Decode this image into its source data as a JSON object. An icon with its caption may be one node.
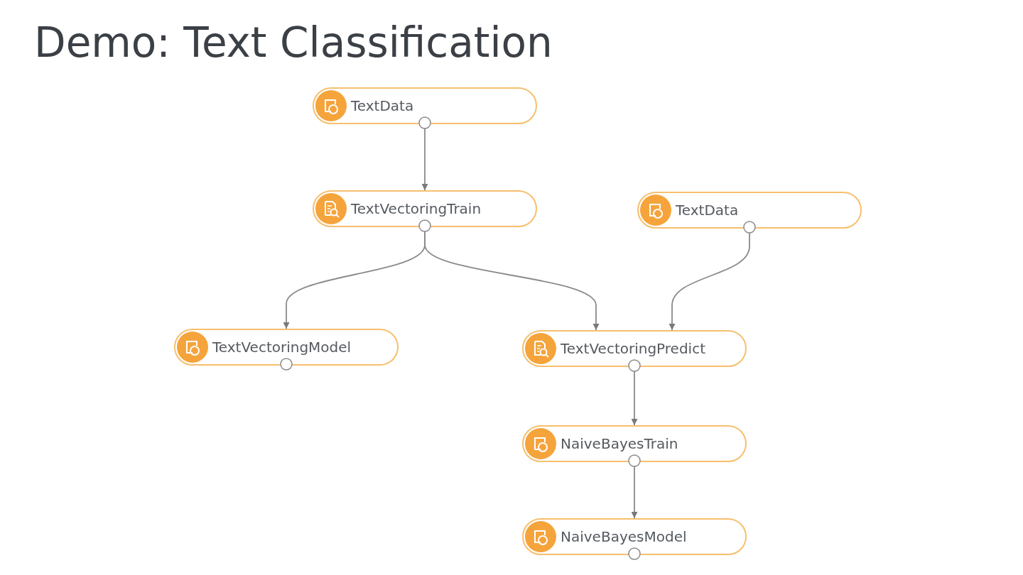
{
  "diagram": {
    "title": "Demo: Text Classification",
    "nodes": [
      {
        "text": [
          "TextData"
        ]
      },
      {
        "text": [
          "TextVectoringTrain"
        ]
      },
      {
        "text": [
          "TextData"
        ]
      },
      {
        "text": [
          "TextVectoringModel"
        ]
      },
      {
        "text": [
          "TextVectoringPredict"
        ]
      },
      {
        "text": [
          "NaiveBayesTrain"
        ]
      },
      {
        "text": [
          "NaiveBayesModel"
        ]
      }
    ],
    "edges": [
      {
        "from": 0,
        "to": 1,
        "arrow": "to"
      },
      {
        "from": 1,
        "to": 3,
        "arrow": "to"
      },
      {
        "from": 1,
        "to": 4,
        "arrow": "to"
      },
      {
        "from": 2,
        "to": 4,
        "arrow": "to"
      },
      {
        "from": 4,
        "to": 5,
        "arrow": "to"
      },
      {
        "from": 5,
        "to": 6,
        "arrow": "to"
      }
    ]
  }
}
